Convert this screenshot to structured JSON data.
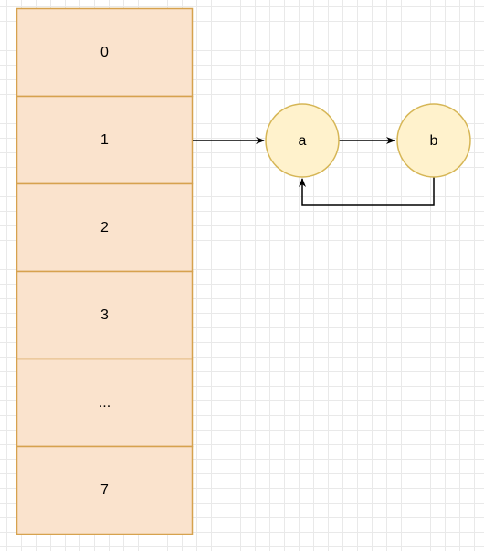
{
  "diagram": {
    "array": {
      "cells": [
        "0",
        "1",
        "2",
        "3",
        "...",
        "7"
      ],
      "fill": "#fae3cd",
      "stroke": "#d6a24e"
    },
    "nodes": [
      {
        "id": "a",
        "label": "a"
      },
      {
        "id": "b",
        "label": "b"
      }
    ],
    "node_style": {
      "fill": "#fff2cc",
      "stroke": "#d6b656"
    },
    "edges": [
      {
        "from": "cell-1",
        "to": "a"
      },
      {
        "from": "a",
        "to": "b"
      },
      {
        "from": "b",
        "to": "a"
      }
    ]
  }
}
